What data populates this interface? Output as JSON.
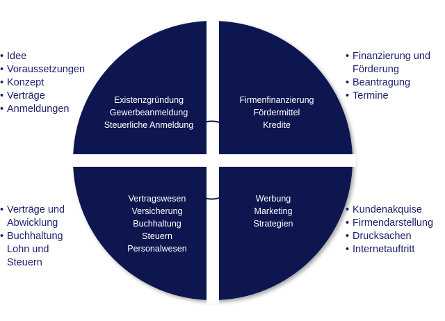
{
  "colors": {
    "circle_fill": "#0f1450",
    "divider": "#ffffff",
    "text_outer": "#1a1f6b",
    "text_inner": "#ffffff"
  },
  "bullet_glyph": "•",
  "quadrants": {
    "top_left": {
      "lines": [
        "Existenzgründung",
        "Gewerbeanmeldung",
        "Steuerliche Anmeldung"
      ],
      "items": [
        "Idee",
        "Voraussetzungen",
        "Konzept",
        "Verträge",
        "Anmeldungen"
      ]
    },
    "top_right": {
      "lines": [
        "Firmenfinanzierung",
        "Fördermittel",
        "Kredite"
      ],
      "items": [
        "Finanzierung und Förderung",
        "Beantragung",
        "Termine"
      ]
    },
    "bottom_left": {
      "lines": [
        "Vertragswesen",
        "Versicherung",
        "Buchhaltung",
        "Steuern",
        "Personalwesen"
      ],
      "items": [
        "Verträge und Abwicklung",
        "Buchhaltung Lohn und Steuern"
      ]
    },
    "bottom_right": {
      "lines": [
        "Werbung",
        "Marketing",
        "Strategien"
      ],
      "items": [
        "Kundenakquise",
        "Firmendarstellung",
        "Drucksachen",
        "Internetauftritt"
      ]
    }
  },
  "center_icon": "circular-arrows-icon"
}
